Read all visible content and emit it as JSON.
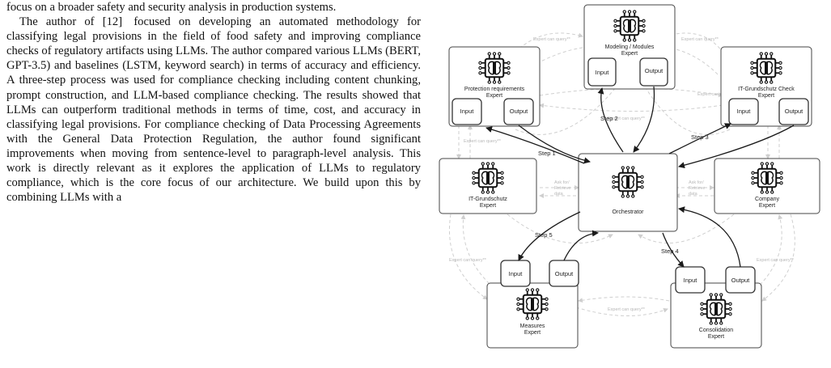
{
  "text": {
    "intro_lines": [
      "focus on a broader safety and security analysis in production",
      "systems."
    ],
    "para_prefix": "The author of",
    "para_ref": "[12]",
    "para_lines": [
      "focused on developing an automated",
      "methodology for classifying legal provisions in the field of",
      "food safety and improving compliance checks of regulatory",
      "artifacts using LLMs. The author compared various LLMs",
      "(BERT, GPT-3.5) and baselines (LSTM, keyword search) in",
      "terms of accuracy and efficiency. A three-step process was",
      "used for compliance checking including content chunking,",
      "prompt construction, and LLM-based compliance checking.",
      "The results showed that LLMs can outperform traditional",
      "methods in terms of time, cost, and accuracy in classifying",
      "legal provisions. For compliance checking of Data Processing",
      "Agreements with the General Data Protection Regulation,",
      "the author found significant improvements when moving",
      "from sentence-level to paragraph-level analysis. This work",
      "is directly relevant as it explores the application of LLMs",
      "to regulatory compliance, which is the core focus of our",
      "architecture. We build upon this by combining LLMs with a"
    ]
  },
  "diagram": {
    "nodes": {
      "modeling": [
        "Modeling / Modules",
        "Expert"
      ],
      "protection": [
        "Protection requirements",
        "Expert"
      ],
      "itcheck": [
        "IT-Grundschutz Check",
        "Expert"
      ],
      "itg": [
        "IT-Grundschutz",
        "Expert"
      ],
      "orchestrator": [
        "Orchestrator"
      ],
      "company": [
        "Company",
        "Expert"
      ],
      "measures": [
        "Measures",
        "Expert"
      ],
      "consolidation": [
        "Consolidation",
        "Expert"
      ]
    },
    "io": {
      "input": "Input",
      "output": "Output"
    },
    "steps": [
      "Step 1",
      "Step 2",
      "Step 3",
      "Step 4",
      "Step 5"
    ],
    "dashed_labels": {
      "query": "Expert can query**",
      "ask": [
        "Ask for/",
        "Retrieve",
        "data"
      ]
    }
  }
}
